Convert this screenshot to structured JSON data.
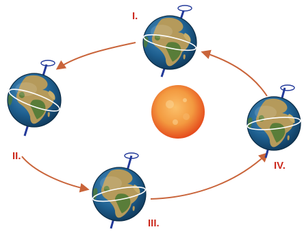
{
  "labels": {
    "pos1": "I.",
    "pos2": "II.",
    "pos3": "III.",
    "pos4": "IV."
  },
  "colors": {
    "label": "#cc2a1e",
    "orbit_arrow": "#c9643a",
    "sun_core": "#f39a40",
    "sun_edge": "#e4461a",
    "ocean": "#1e5f8f",
    "land": "#b59a5b",
    "vegetation": "#4f7a35",
    "equator": "#ffffff",
    "axis": "#233a9a"
  },
  "icons": {
    "earth": "earth-globe-icon",
    "sun": "sun-icon",
    "rotation": "rotation-arrow-icon"
  }
}
